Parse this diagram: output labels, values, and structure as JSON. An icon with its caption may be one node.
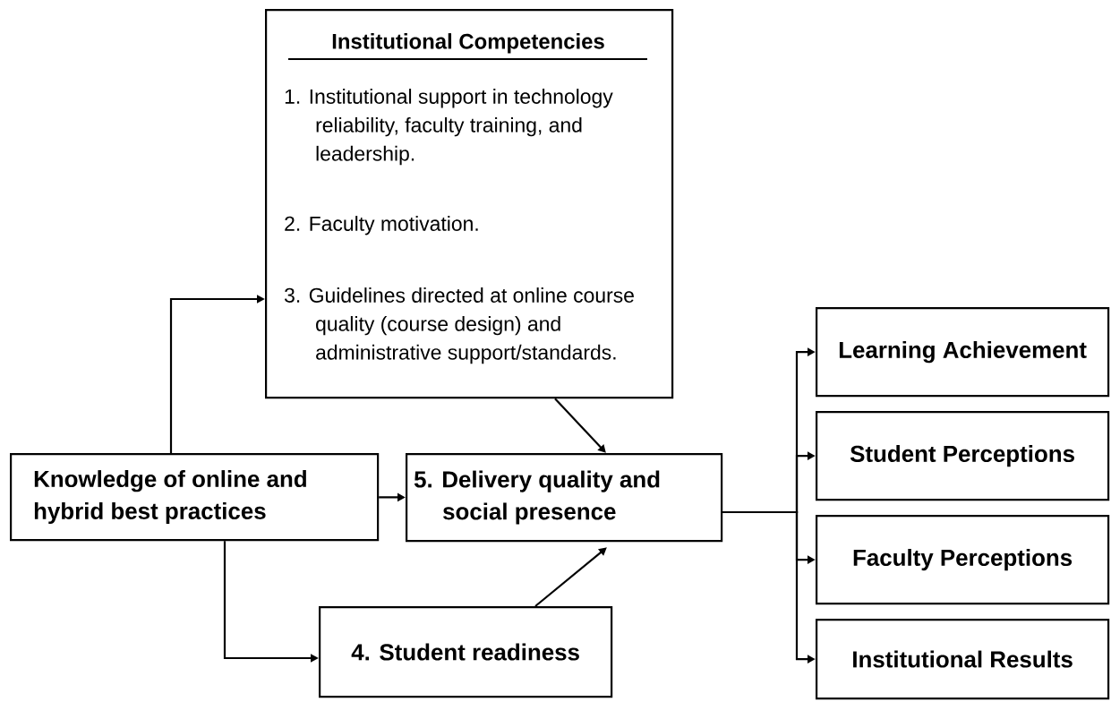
{
  "diagram": {
    "nodes": [
      {
        "text": [
          "Institutional Competencies",
          "1. Institutional support in technology reliability, faculty training, and leadership.",
          "2. Faculty motivation.",
          "3. Guidelines directed at online course quality (course design) and administrative support/standards."
        ]
      },
      {
        "text": [
          "Knowledge of online and hybrid best practices"
        ]
      },
      {
        "text": [
          "5. Delivery quality and social presence"
        ]
      },
      {
        "text": [
          "4. Student readiness"
        ]
      },
      {
        "text": [
          "Learning Achievement"
        ]
      },
      {
        "text": [
          "Student Perceptions"
        ]
      },
      {
        "text": [
          "Faculty Perceptions"
        ]
      },
      {
        "text": [
          "Institutional Results"
        ]
      }
    ],
    "edges": [
      {
        "from": 1,
        "to": 0,
        "arrow": "to"
      },
      {
        "from": 1,
        "to": 2,
        "arrow": "to"
      },
      {
        "from": 1,
        "to": 3,
        "arrow": "to"
      },
      {
        "from": 0,
        "to": 2,
        "arrow": "to"
      },
      {
        "from": 3,
        "to": 2,
        "arrow": "to"
      },
      {
        "from": 2,
        "to": 4,
        "arrow": "to"
      },
      {
        "from": 2,
        "to": 5,
        "arrow": "to"
      },
      {
        "from": 2,
        "to": 6,
        "arrow": "to"
      },
      {
        "from": 2,
        "to": 7,
        "arrow": "to"
      }
    ]
  }
}
